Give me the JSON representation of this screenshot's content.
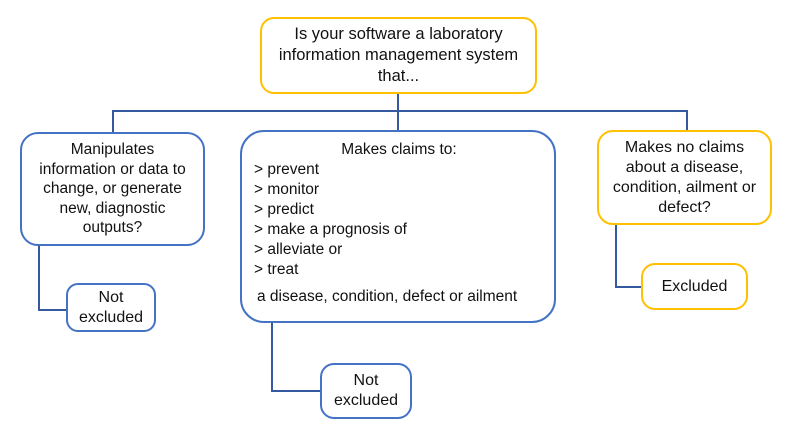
{
  "colors": {
    "exclusion_accent": "#FFC000",
    "criteria_accent": "#4472C4",
    "connector": "#35599E",
    "text": "#111111",
    "background": "#FFFFFF"
  },
  "flowchart": {
    "root": {
      "text": "Is your software a laboratory\ninformation management system\nthat..."
    },
    "manipulates_node": {
      "text": "Manipulates\ninformation or data to\nchange, or generate\nnew, diagnostic\noutputs?"
    },
    "claims_node": {
      "title": "Makes claims to:",
      "items": [
        "> prevent",
        "> monitor",
        "> predict",
        "> make a prognosis of",
        "> alleviate or",
        "> treat"
      ],
      "footer": "a disease, condition, defect or ailment"
    },
    "no_claims_node": {
      "text": "Makes no claims\nabout a disease,\ncondition, ailment or\ndefect?"
    },
    "outcome_left": {
      "text": "Not\nexcluded"
    },
    "outcome_middle": {
      "text": "Not\nexcluded"
    },
    "outcome_right": {
      "text": "Excluded"
    }
  }
}
